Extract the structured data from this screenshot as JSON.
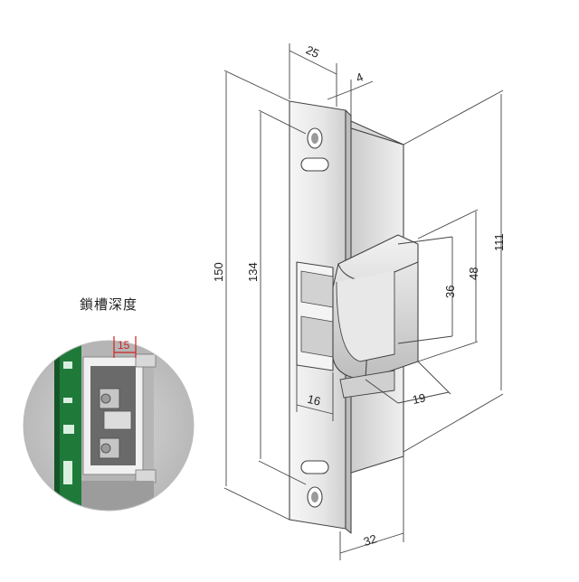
{
  "callout_label": "鎖槽深度",
  "inset_dimension": "15",
  "dimensions": {
    "width_top": "25",
    "offset_top": "4",
    "height_total": "150",
    "height_inner": "134",
    "opening_depth": "36",
    "keeper_height": "48",
    "body_height": "111",
    "opening_width": "16",
    "keeper_depth": "19",
    "width_bottom": "32"
  },
  "colors": {
    "line": "#444444",
    "metal_light": "#e2e2e2",
    "metal_dark": "#9a9a9a",
    "inset_bg": "#c9c9c9",
    "inset_green": "#1f7a3a",
    "inset_red": "#d22222"
  }
}
